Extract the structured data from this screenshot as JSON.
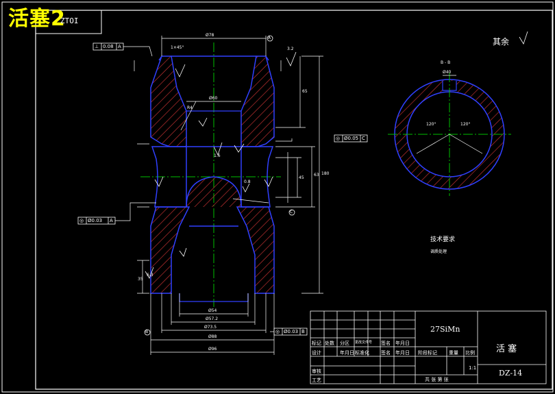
{
  "overlay_title": "活塞2",
  "corner_code": "ZTOI",
  "roughness_note": "其余",
  "section_label": "B - B",
  "tech_requirements": {
    "heading": "技术要求",
    "line1": "调质处理"
  },
  "title_block": {
    "material": "27SiMn",
    "part_name": "活  塞",
    "drawing_no": "DZ-14",
    "scale": "1:1",
    "sheets": "共   张   第   张",
    "row1": [
      "标记",
      "处数",
      "分区",
      "更改文件号",
      "签名",
      "年月日"
    ],
    "row2": [
      "设计",
      "",
      "年月日",
      "标准化",
      "签名",
      "年月日"
    ],
    "stage_headers": [
      "阶段标记",
      "重量",
      "比例"
    ],
    "approve": "审核",
    "process": "工艺"
  },
  "datum_labels": {
    "a": "A",
    "b": "B",
    "c": "C"
  },
  "feature_frames": [
    {
      "symbol": "⊥",
      "value": "0.08",
      "datum": "A"
    },
    {
      "symbol": "◎",
      "value": "Ø0.05",
      "datum": "C"
    },
    {
      "symbol": "◎",
      "value": "Ø0.03",
      "datum": "A"
    },
    {
      "symbol": "◎",
      "value": "Ø0.03",
      "datum": "B"
    }
  ],
  "dimensions": {
    "top_width": "Ø78",
    "chamfer": "1×45°",
    "inner_dia": "Ø60",
    "radius": "R4",
    "bottom_inner": "Ø54",
    "bottom_2": "Ø57.2",
    "bottom_3": "Ø73.5",
    "bottom_4": "Ø88",
    "bottom_5": "Ø96",
    "height_total": "180",
    "height_upper": "65",
    "height_mid": "63",
    "height_mid2": "45",
    "height_sub": "35",
    "rough_1": "3.2",
    "rough_2": "1.6",
    "rough_3": "6.3",
    "rough_4": "0.8",
    "section_dim": "Ø40",
    "angle_1": "120°",
    "angle_2": "120°"
  }
}
